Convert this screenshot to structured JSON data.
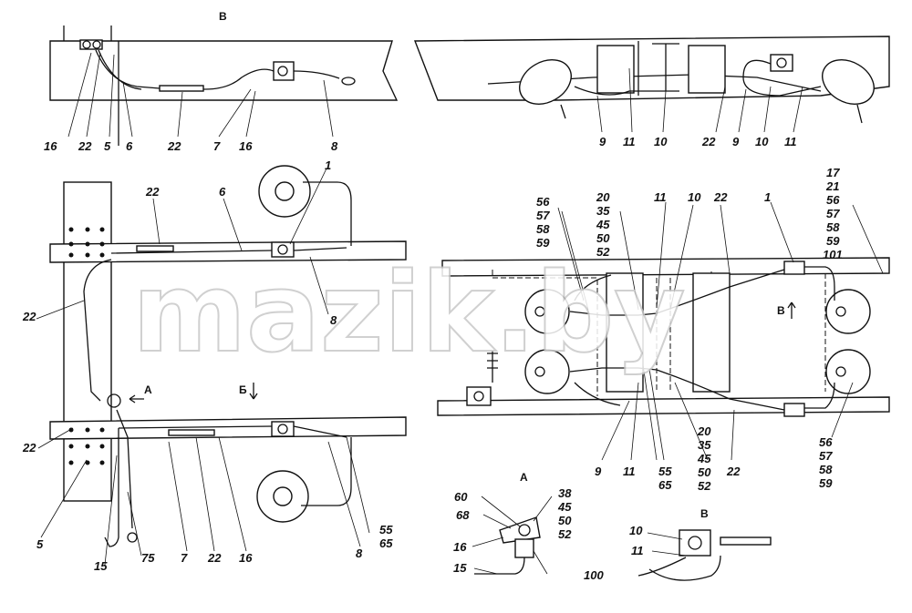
{
  "watermark": "mazik.by",
  "views": {
    "view_b_top": "В",
    "view_a": "А",
    "view_b_detail": "В",
    "arrow_a": "А",
    "arrow_b_left": "Б",
    "arrow_b_right": "В"
  },
  "labels": {
    "top_left": [
      "16",
      "22",
      "5",
      "6",
      "22",
      "7",
      "16",
      "8"
    ],
    "top_right": [
      "9",
      "11",
      "10",
      "22",
      "9",
      "10",
      "11"
    ],
    "left_main": [
      "22",
      "6",
      "1",
      "8",
      "22",
      "22",
      "5",
      "15",
      "75",
      "7",
      "22",
      "16",
      "8",
      "55",
      "65"
    ],
    "right_main_top": [
      "56",
      "57",
      "58",
      "59",
      "20",
      "35",
      "45",
      "50",
      "52",
      "11",
      "10",
      "22",
      "1",
      "17",
      "21",
      "56",
      "57",
      "58",
      "59",
      "101"
    ],
    "right_main_bottom": [
      "9",
      "11",
      "55",
      "65",
      "20",
      "35",
      "45",
      "50",
      "52",
      "22",
      "56",
      "57",
      "58",
      "59"
    ],
    "detail_a": [
      "60",
      "68",
      "16",
      "15",
      "38",
      "45",
      "50",
      "52",
      "100"
    ],
    "detail_b": [
      "10",
      "11"
    ]
  }
}
